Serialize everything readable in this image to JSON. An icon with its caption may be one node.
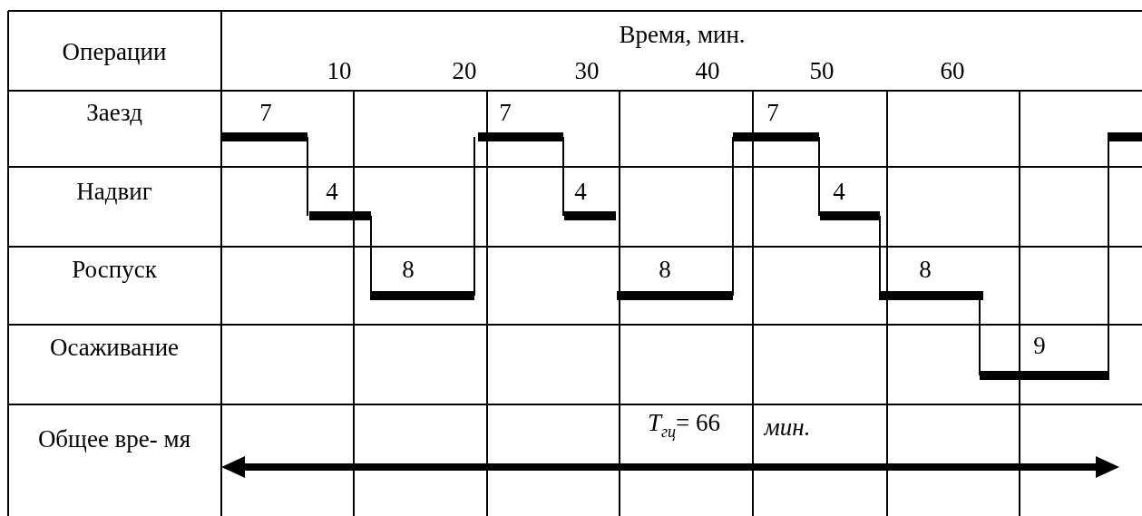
{
  "diagram": {
    "labels": [
      "Операции",
      "Время, мин.",
      "10",
      "20",
      "30",
      "40",
      "50",
      "60",
      "Заезд",
      "7",
      "7",
      "7",
      "Надвиг",
      "4",
      "4",
      "4",
      "Роспуск",
      "8",
      "8",
      "8",
      "Осаживание",
      "9",
      "Общее вре- мя",
      "*T*$_{гц}$= 66",
      "мин."
    ]
  }
}
